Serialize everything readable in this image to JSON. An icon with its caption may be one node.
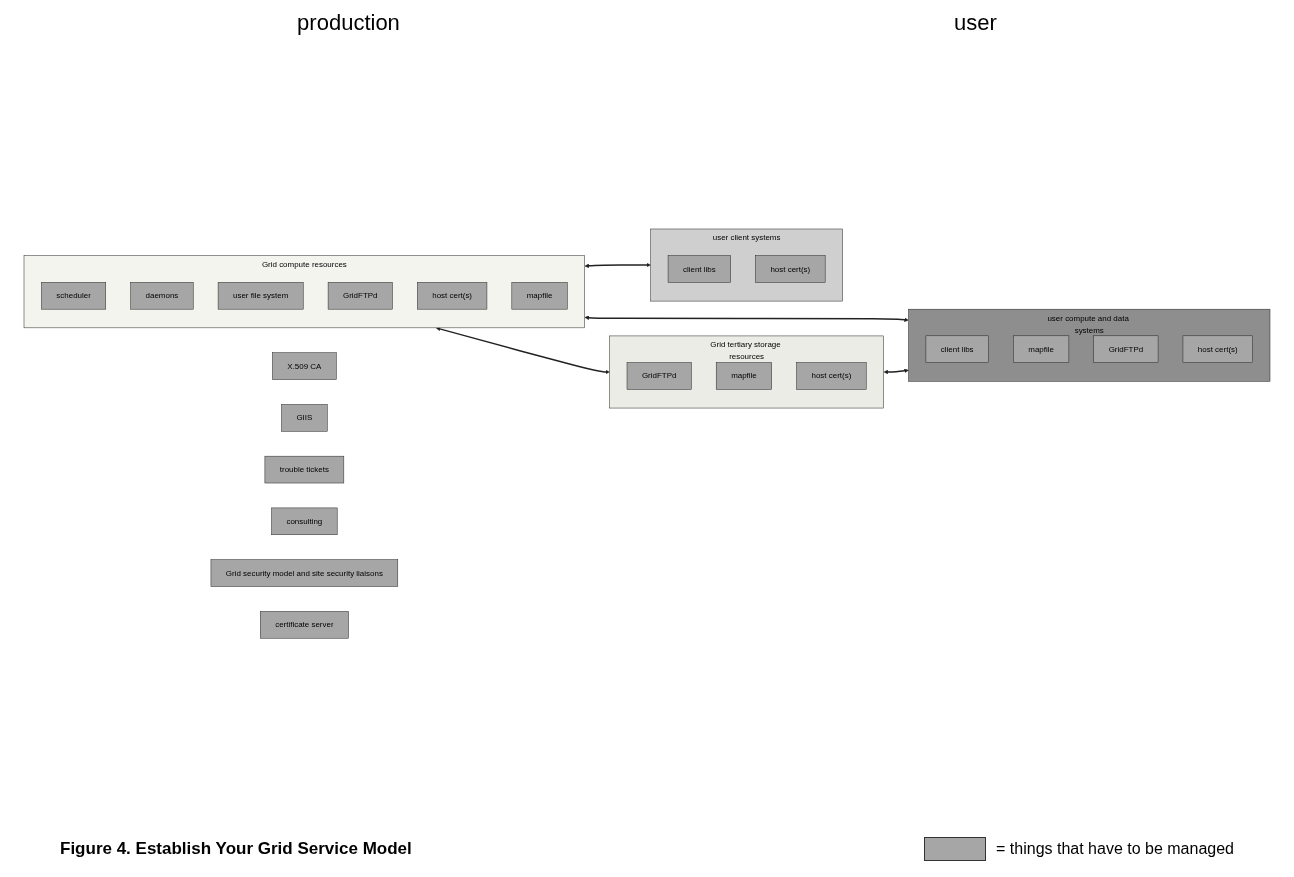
{
  "diagram": {
    "caption": "Figure 4. Establish Your Grid Service Model",
    "nodes": [
      {
        "text": [
          "X.509 CA"
        ]
      },
      {
        "text": [
          "GIIS"
        ]
      },
      {
        "text": [
          "trouble tickets"
        ]
      },
      {
        "text": [
          "consulting"
        ]
      },
      {
        "text": [
          "Grid security model and site security liaisons"
        ]
      },
      {
        "text": [
          "certificate server"
        ]
      },
      {
        "text": [
          "Grid compute resources"
        ]
      },
      {
        "text": [
          "scheduler"
        ],
        "in": 6
      },
      {
        "text": [
          "daemons"
        ],
        "in": 6
      },
      {
        "text": [
          "user file system"
        ],
        "in": 6
      },
      {
        "text": [
          "GridFTPd"
        ],
        "in": 6
      },
      {
        "text": [
          "host cert(s)"
        ],
        "in": 6
      },
      {
        "text": [
          "mapfile"
        ],
        "in": 6
      },
      {
        "text": [
          "Grid tertiary storage resources"
        ]
      },
      {
        "text": [
          "GridFTPd"
        ],
        "in": 13
      },
      {
        "text": [
          "mapfile"
        ],
        "in": 13
      },
      {
        "text": [
          "host cert(s)"
        ],
        "in": 13
      },
      {
        "text": [
          "user client systems"
        ]
      },
      {
        "text": [
          "client libs"
        ],
        "in": 17
      },
      {
        "text": [
          "host cert(s)"
        ],
        "in": 17
      },
      {
        "text": [
          "user compute and data systems"
        ]
      },
      {
        "text": [
          "client libs"
        ],
        "in": 20
      },
      {
        "text": [
          "mapfile"
        ],
        "in": 20
      },
      {
        "text": [
          "GridFTPd"
        ],
        "in": 20
      },
      {
        "text": [
          "host cert(s)"
        ],
        "in": 20
      }
    ],
    "edges": [
      {
        "from": 6,
        "to": 17,
        "arrow": "both"
      },
      {
        "from": 6,
        "to": 20,
        "arrow": "both"
      },
      {
        "from": 6,
        "to": 13,
        "arrow": "both"
      },
      {
        "from": 13,
        "to": 20,
        "arrow": "both"
      }
    ],
    "labels": [
      "production",
      "user"
    ],
    "legend": [
      {
        "text": "= things that have to be managed",
        "color": "#a6a6a6"
      }
    ]
  }
}
